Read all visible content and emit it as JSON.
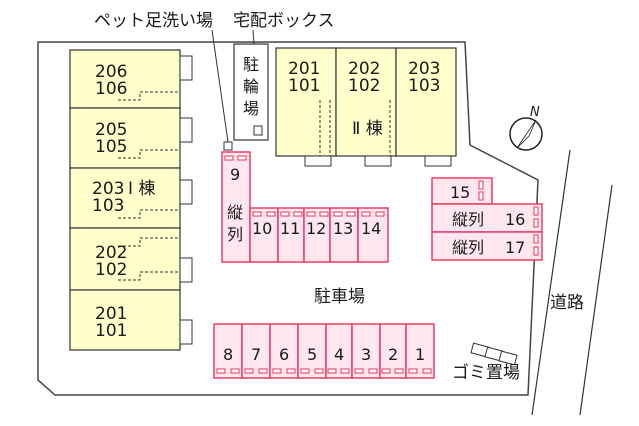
{
  "labels": {
    "pet_wash": "ペット足洗い場",
    "delivery_box": "宅配ボックス",
    "bicycle": [
      "駐",
      "輪",
      "場"
    ],
    "building_1": "Ⅰ 棟",
    "building_2": "Ⅱ 棟",
    "parking_lot": "駐車場",
    "road": "道路",
    "garbage": "ゴミ置場",
    "north": "N",
    "tandem": "縦列",
    "tandem_vertical": [
      "縦",
      "列"
    ]
  },
  "building_1_units": [
    {
      "upper": "206",
      "lower": "106"
    },
    {
      "upper": "205",
      "lower": "105"
    },
    {
      "upper": "203",
      "lower": "103"
    },
    {
      "upper": "202",
      "lower": "102"
    },
    {
      "upper": "201",
      "lower": "101"
    }
  ],
  "building_2_units": [
    {
      "upper": "201",
      "lower": "101"
    },
    {
      "upper": "202",
      "lower": "102"
    },
    {
      "upper": "203",
      "lower": "103"
    }
  ],
  "parking": {
    "bottom_row": [
      "8",
      "7",
      "6",
      "5",
      "4",
      "3",
      "2",
      "1"
    ],
    "middle_row": [
      "10",
      "11",
      "12",
      "13",
      "14"
    ],
    "single": "9",
    "right_top": "15",
    "right_mid": "16",
    "right_bottom": "17"
  },
  "colors": {
    "unit_fill": "#ffffcc",
    "parking_fill": "#ffe6ef",
    "parking_stroke": "#e8335f",
    "lot_fill": "#ffffff"
  }
}
